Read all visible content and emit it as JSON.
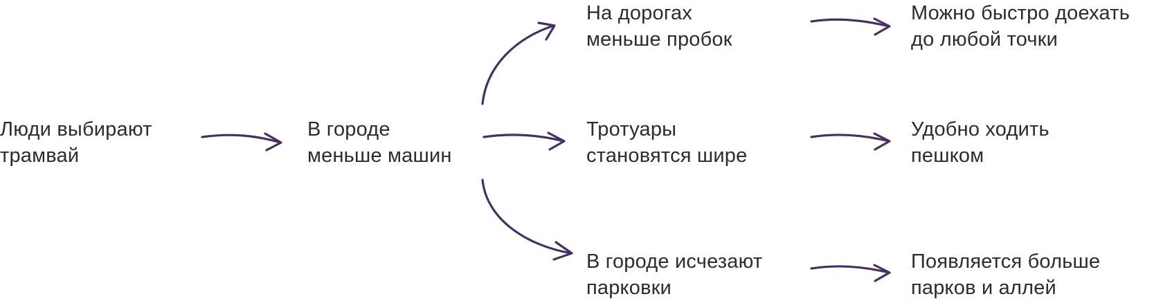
{
  "diagram": {
    "nodes": {
      "root": {
        "lines": [
          "Люди выбирают",
          "трамвай"
        ]
      },
      "mid": {
        "lines": [
          "В городе",
          "меньше машин"
        ]
      },
      "roads": {
        "lines": [
          "На дорогах",
          "меньше пробок"
        ]
      },
      "walk": {
        "lines": [
          "Тротуары",
          "становятся шире"
        ]
      },
      "park": {
        "lines": [
          "В городе исчезают",
          "парковки"
        ]
      },
      "fast": {
        "lines": [
          "Можно быстро доехать",
          "до любой точки"
        ]
      },
      "foot": {
        "lines": [
          "Удобно ходить",
          "пешком"
        ]
      },
      "alleys": {
        "lines": [
          "Появляется больше",
          "парков и аллей"
        ]
      }
    },
    "edges": [
      {
        "from": "root",
        "to": "mid"
      },
      {
        "from": "mid",
        "to": "roads"
      },
      {
        "from": "mid",
        "to": "walk"
      },
      {
        "from": "mid",
        "to": "park"
      },
      {
        "from": "roads",
        "to": "fast"
      },
      {
        "from": "walk",
        "to": "foot"
      },
      {
        "from": "park",
        "to": "alleys"
      }
    ],
    "colors": {
      "arrow": "#45305f",
      "text": "#2b2b33"
    }
  }
}
